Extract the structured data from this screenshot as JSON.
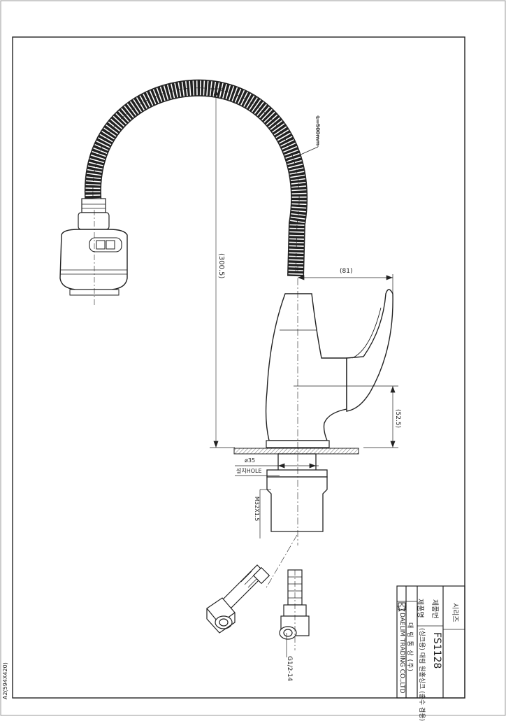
{
  "drawing": {
    "sheet_size": "A2(594X420)",
    "dimensions": {
      "hose_length": "L=500mm",
      "spout_height": "(300.5)",
      "spout_reach": "(81)",
      "handle_height": "(52.5)",
      "hole_diameter": "ø35",
      "hole_label": "설치HOLE",
      "thread": "M32X1.5",
      "hose_fitting": "G1/2-14"
    }
  },
  "title_block": {
    "series_label": "시리즈",
    "product_no_label": "제품번",
    "product_no": "FS1128",
    "product_name_label": "제품명",
    "product_name": "(싱크용) 대림 원홀싱크 (출수 겸용)",
    "company_kr": "대 림 통 상 (주)",
    "company_en": "DAELIM TRADING CO.,LTD"
  },
  "colors": {
    "line": "#222222",
    "background": "#ffffff"
  }
}
